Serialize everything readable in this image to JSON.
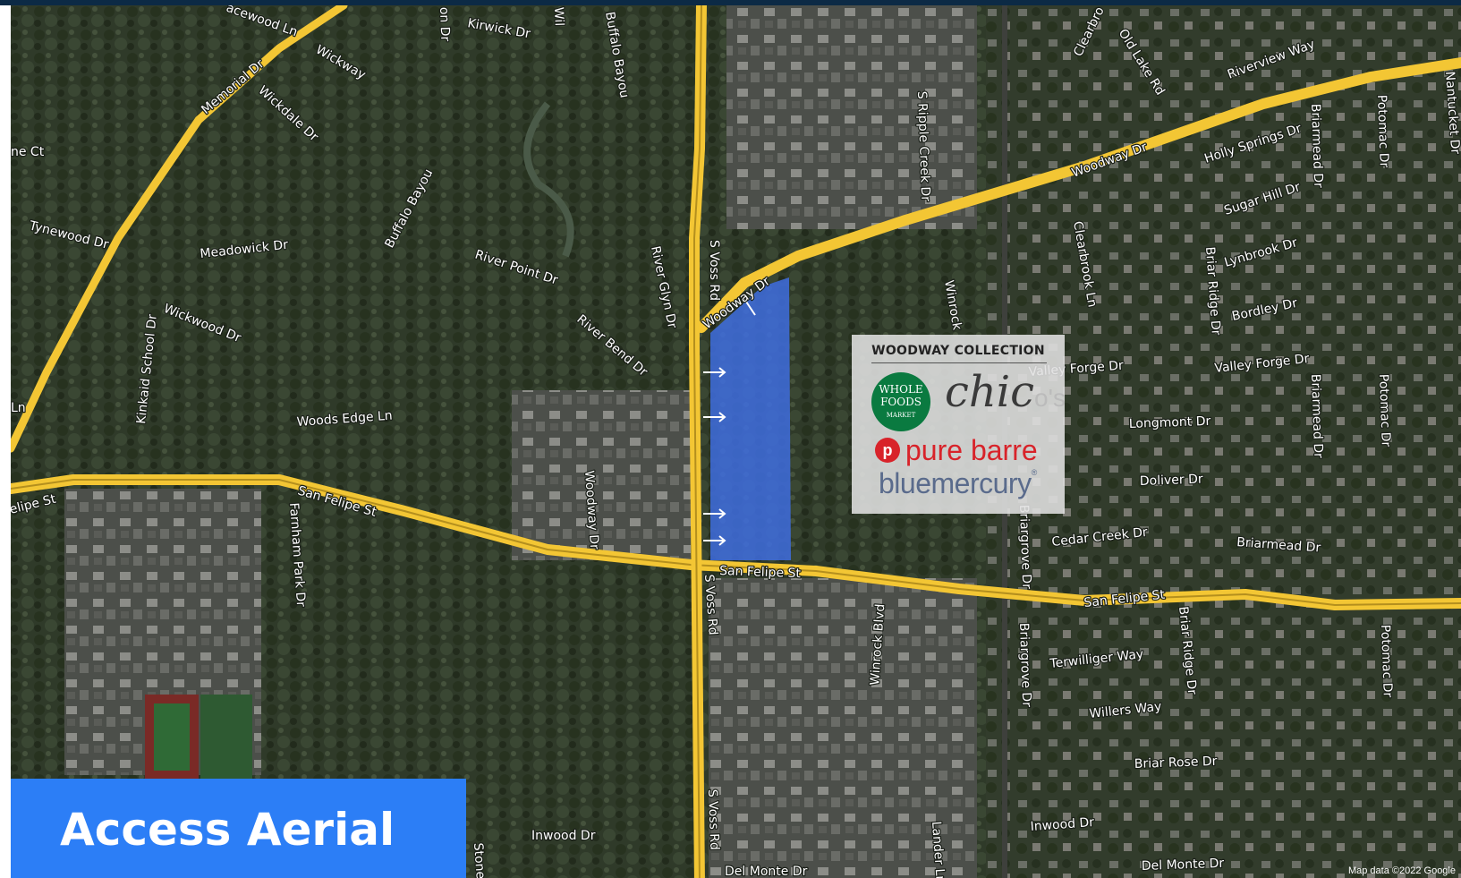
{
  "map": {
    "street_labels": [
      "Memorial Dr",
      "Wickway",
      "Wickdale Dr",
      "Kirwick Dr",
      "Buffalo Bayou",
      "Buffalo Bayou",
      "Tynewood Dr",
      "Meadowick Dr",
      "River Point Dr",
      "River Glyn Dr",
      "River Bend Dr",
      "Wickwood Dr",
      "Kinkaid School Dr",
      "Woods Edge Ln",
      "San Felipe St",
      "San Felipe St",
      "San Felipe St",
      "Woodway Dr",
      "Woodway Dr",
      "Woodway Dr",
      "S Voss Rd",
      "S Voss Rd",
      "S Voss Rd",
      "Farnham Park Dr",
      "S Ripple Creek Dr",
      "Winrock",
      "Winrock Blvd",
      "Clearbrook Ln",
      "Old Lake Rd",
      "Riverview Way",
      "Holly Springs Dr",
      "Sugar Hill Dr",
      "Lynbrook Dr",
      "Bordley Dr",
      "Valley Forge Dr",
      "Valley Forge Dr",
      "Longmont Dr",
      "Doliver Dr",
      "Cedar Creek Dr",
      "Briarmead Dr",
      "Briarmead Dr",
      "Briarmead Dr",
      "Briar Ridge Dr",
      "Briar Ridge Dr",
      "Potomac Dr",
      "Potomac Dr",
      "Potomac Dr",
      "Briargrove Dr",
      "Briargrove Dr",
      "Terwilliger Way",
      "Willers Way",
      "Briar Rose Dr",
      "Inwood Dr",
      "Inwood Dr",
      "Del Monte Dr",
      "Del Monte Dr",
      "Lander Ln",
      "Stone",
      "ne Ct",
      "Ln",
      "elipe St",
      "acewood Ln",
      "on Dr",
      "Wil",
      "Clearbro",
      "Nantucket Dr"
    ],
    "attribution": "Map data ©2022 Google",
    "colors": {
      "road": "#f3c634",
      "highlight": "#3f6fe0",
      "banner": "#2c7ef6"
    }
  },
  "callout": {
    "title": "WOODWAY COLLECTION",
    "whole_foods": {
      "line1": "WHOLE",
      "line2": "FOODS",
      "line3": "MARKET"
    },
    "chicos": {
      "main": "chic",
      "faded": "o's"
    },
    "pure_barre": {
      "mark": "p",
      "text": "pure barre"
    },
    "bluemercury": {
      "text": "bluemercury",
      "mark": "®"
    }
  },
  "banner": {
    "title": "Access Aerial"
  }
}
